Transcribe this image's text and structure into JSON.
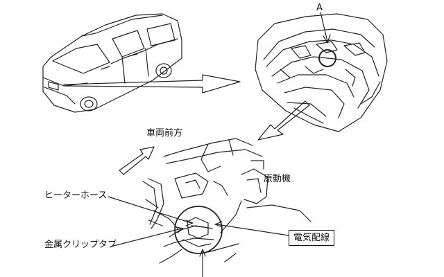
{
  "labels": {
    "detail_marker": "A",
    "vehicle_front": "車両前方",
    "engine": "原動機",
    "heater_hose": "ヒーターホース",
    "metal_clip_tab": "金属クリップタブ",
    "electrical_wiring": "電気配線"
  }
}
